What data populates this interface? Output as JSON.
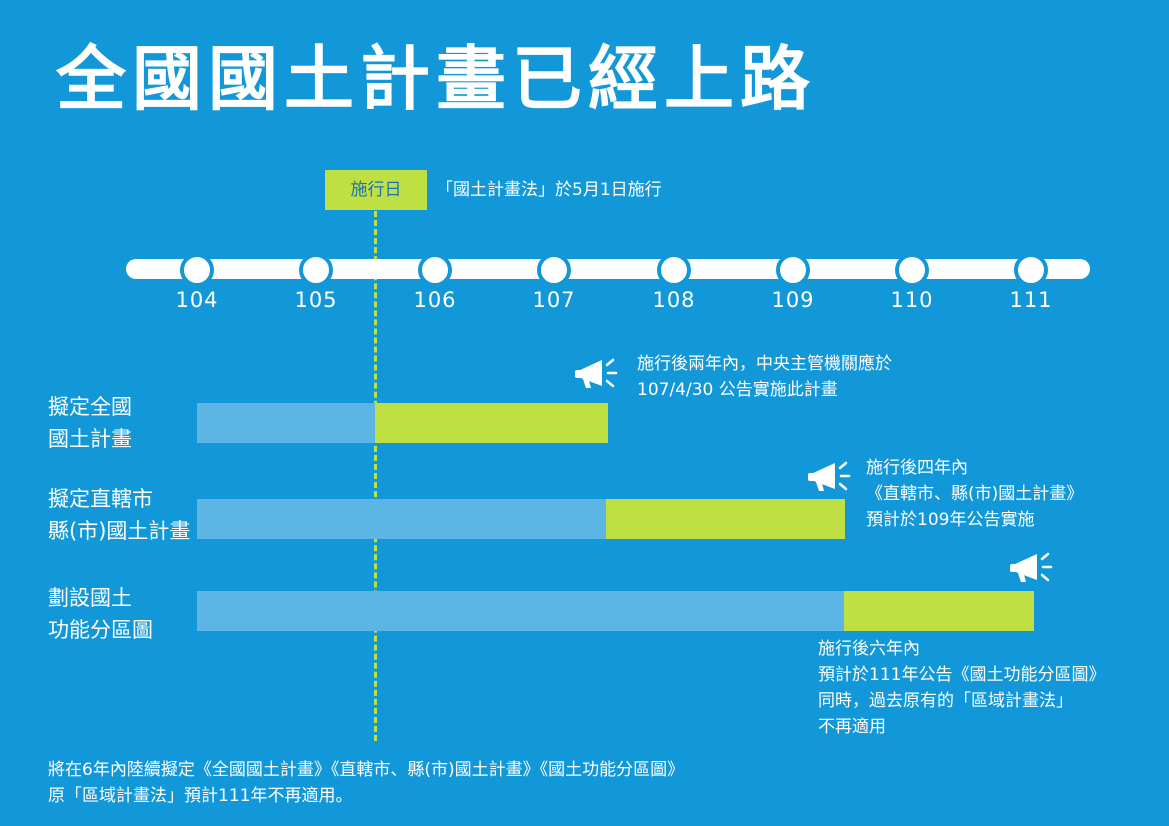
{
  "title": "全國國土計畫已經上路",
  "effective": {
    "badge": "施行日",
    "note": "「國土計畫法」於5月1日施行"
  },
  "timeline": {
    "years": [
      "104",
      "105",
      "106",
      "107",
      "108",
      "109",
      "110",
      "111"
    ]
  },
  "rows": [
    {
      "label_lines": [
        "擬定全國",
        "國土計畫"
      ],
      "note_lines": [
        "施行後兩年內，中央主管機關應於",
        "107/4/30 公告實施此計畫"
      ]
    },
    {
      "label_lines": [
        "擬定直轄市",
        "縣(市)國土計畫"
      ],
      "note_lines": [
        "施行後四年內",
        "《直轄市、縣(市)國土計畫》",
        "預計於109年公告實施"
      ]
    },
    {
      "label_lines": [
        "劃設國土",
        "功能分區圖"
      ],
      "note_lines": [
        "施行後六年內",
        "預計於111年公告《國土功能分區圖》",
        "同時，過去原有的「區域計畫法」",
        "不再適用"
      ]
    }
  ],
  "footnote": {
    "lines": [
      "將在6年內陸續擬定《全國國土計畫》《直轄市、縣(市)國土計畫》《國土功能分區圖》",
      "原「區域計畫法」預計111年不再適用。"
    ]
  },
  "colors": {
    "background": "#1298d8",
    "accent_green": "#c0df42",
    "bar_light_blue": "#5db5e6",
    "white": "#ffffff"
  }
}
